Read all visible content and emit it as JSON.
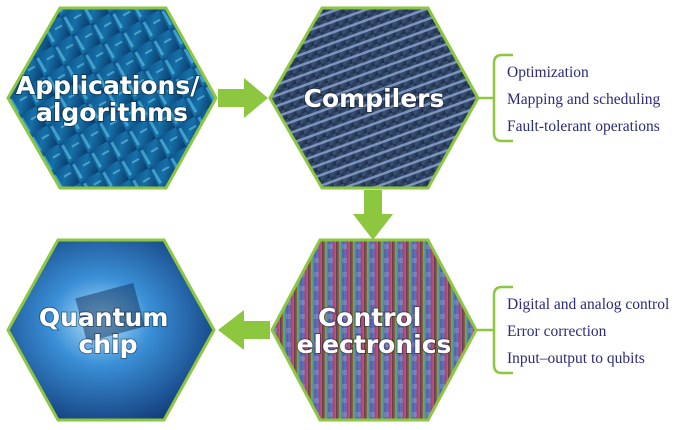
{
  "colors": {
    "accent_green": "#8dc63f",
    "text_navy": "#2b2b78"
  },
  "nodes": [
    {
      "id": "applications",
      "lines": [
        "Applications/",
        "algorithms"
      ]
    },
    {
      "id": "compilers",
      "lines": [
        "Compilers"
      ]
    },
    {
      "id": "control",
      "lines": [
        "Control",
        "electronics"
      ]
    },
    {
      "id": "quantum",
      "lines": [
        "Quantum",
        "chip"
      ]
    }
  ],
  "compilers_details": [
    "Optimization",
    "Mapping and scheduling",
    "Fault-tolerant operations"
  ],
  "control_details": [
    "Digital and analog control",
    "Error correction",
    "Input–output to qubits"
  ]
}
